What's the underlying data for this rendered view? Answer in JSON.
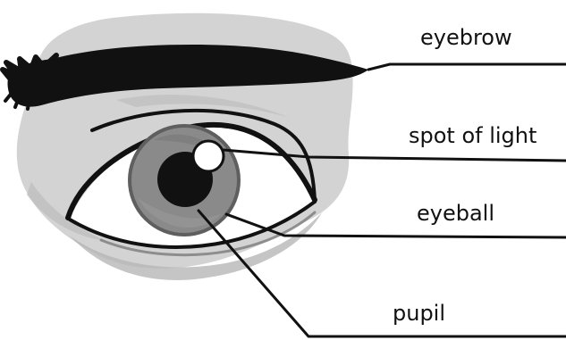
{
  "diagram": {
    "labels": {
      "eyebrow": "eyebrow",
      "spot_of_light": "spot of light",
      "eyeball": "eyeball",
      "pupil": "pupil"
    },
    "colors": {
      "background": "#ffffff",
      "skin_shading": "#d3d3d3",
      "skin_shadow": "#a7a7a7",
      "iris": "#8a8a8a",
      "iris_ring": "#5f5f5f",
      "ink": "#111111",
      "highlight": "#ffffff"
    }
  }
}
